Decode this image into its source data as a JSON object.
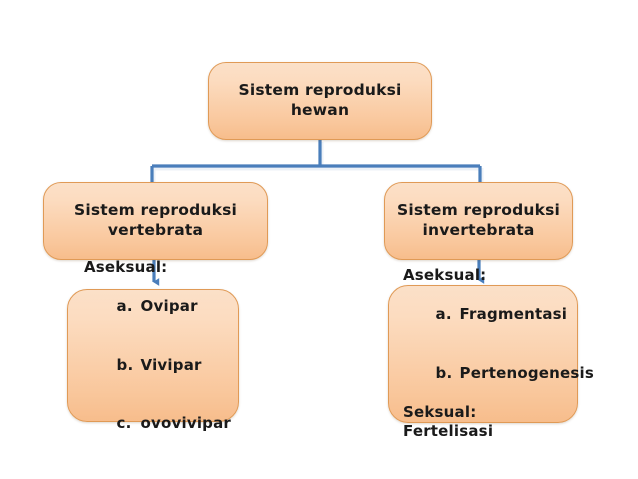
{
  "diagram": {
    "type": "flowchart",
    "title_node": "Sistem reproduksi hewan",
    "colors": {
      "node_fill_top": "#fbe0c8",
      "node_fill_bottom": "#f7bd8c",
      "node_border": "#e09a56",
      "connector": "#4a7ebb",
      "text": "#1a1a1a",
      "background": "#ffffff"
    },
    "nodes": {
      "root": {
        "line1": "Sistem reproduksi",
        "line2": "hewan"
      },
      "vertebrata": {
        "line1": "Sistem reproduksi",
        "line2": "vertebrata"
      },
      "invertebrata": {
        "line1": "Sistem reproduksi",
        "line2": "invertebrata"
      },
      "vertebrata_detail": {
        "heading": "Aseksual:",
        "items": [
          {
            "marker": "a.",
            "label": "Ovipar"
          },
          {
            "marker": "b.",
            "label": "Vivipar"
          },
          {
            "marker": "c.",
            "label": "ovovivipar"
          }
        ]
      },
      "invertebrata_detail": {
        "heading_aseksual": "Aseksual:",
        "items": [
          {
            "marker": "a.",
            "label": "Fragmentasi"
          },
          {
            "marker": "b.",
            "label": "Pertenogenesis"
          }
        ],
        "heading_seksual": "Seksual:",
        "seksual_item": "Fertelisasi"
      }
    },
    "connectors": [
      {
        "name": "root-to-branches",
        "style": "bracket",
        "arrowhead": false
      },
      {
        "name": "vertebrata-to-detail",
        "style": "vertical",
        "arrowhead": true
      },
      {
        "name": "invertebrata-to-detail",
        "style": "vertical",
        "arrowhead": true
      }
    ]
  }
}
